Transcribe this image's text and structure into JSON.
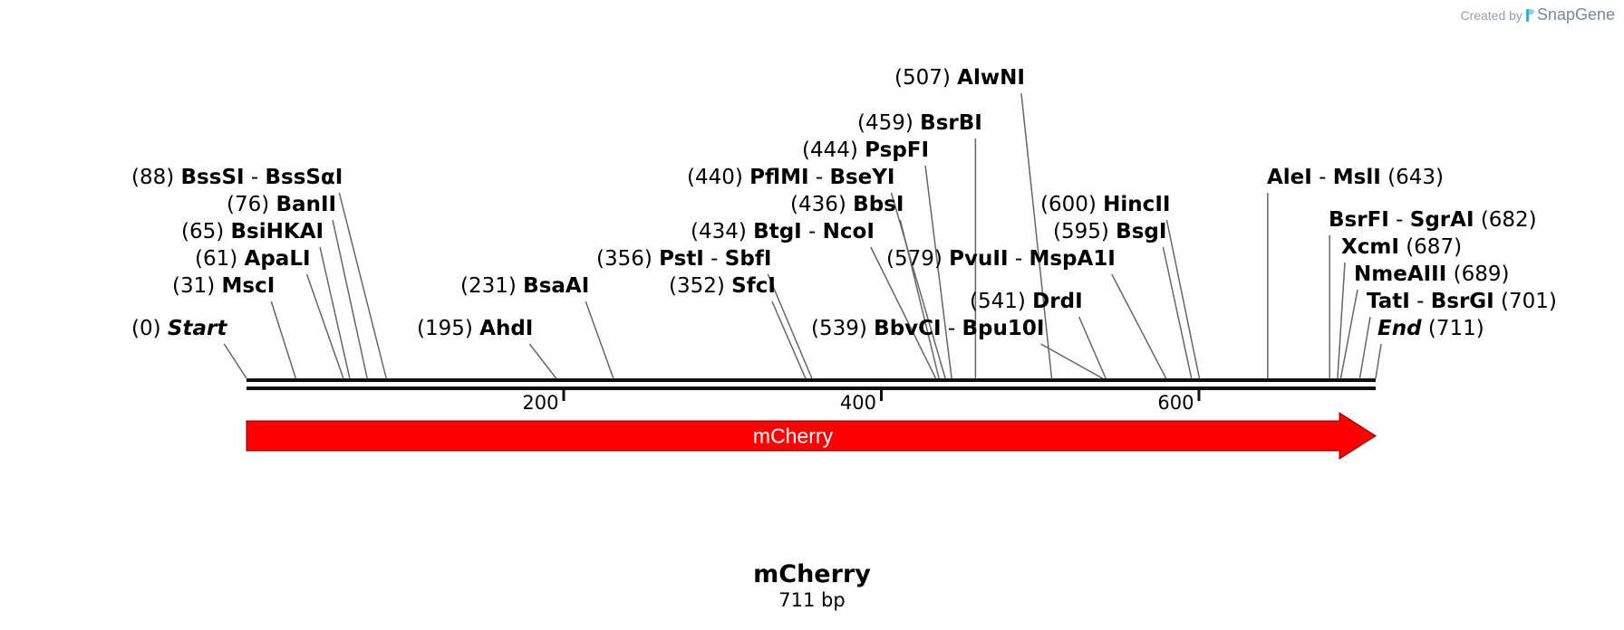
{
  "watermark": {
    "created_by": "Created by",
    "brand": "SnapGene"
  },
  "sequence": {
    "name": "mCherry",
    "length_label": "711 bp",
    "length": 711
  },
  "ticks": [
    {
      "pos": 200,
      "label": "200"
    },
    {
      "pos": 400,
      "label": "400"
    },
    {
      "pos": 600,
      "label": "600"
    }
  ],
  "feature": {
    "name": "mCherry",
    "start": 1,
    "end": 711,
    "color": "#ff0000",
    "text_color": "#ffffff"
  },
  "colors": {
    "backbone": "#111111",
    "site_line": "#666666",
    "text": "#000000"
  },
  "sites": [
    {
      "pos": "(0)",
      "names": [
        "Start"
      ],
      "end_marker": true,
      "left": true,
      "coord": 0,
      "tier": 0
    },
    {
      "pos": "(31)",
      "names": [
        "MscI"
      ],
      "left": true,
      "coord": 31,
      "tier": 1
    },
    {
      "pos": "(61)",
      "names": [
        "ApaLI"
      ],
      "left": true,
      "coord": 61,
      "tier": 2
    },
    {
      "pos": "(65)",
      "names": [
        "BsiHKAI"
      ],
      "left": true,
      "coord": 65,
      "tier": 3
    },
    {
      "pos": "(76)",
      "names": [
        "BanII"
      ],
      "left": true,
      "coord": 76,
      "tier": 4
    },
    {
      "pos": "(88)",
      "names": [
        "BssSI",
        "BssSαI"
      ],
      "left": true,
      "coord": 88,
      "tier": 5
    },
    {
      "pos": "(195)",
      "names": [
        "AhdI"
      ],
      "left": true,
      "coord": 195,
      "tier": 0
    },
    {
      "pos": "(231)",
      "names": [
        "BsaAI"
      ],
      "left": true,
      "coord": 231,
      "tier": 1
    },
    {
      "pos": "(352)",
      "names": [
        "SfcI"
      ],
      "left": true,
      "coord": 352,
      "tier": 1
    },
    {
      "pos": "(356)",
      "names": [
        "PstI",
        "SbfI"
      ],
      "left": true,
      "coord": 356,
      "tier": 2
    },
    {
      "pos": "(434)",
      "names": [
        "BtgI",
        "NcoI"
      ],
      "left": true,
      "coord": 434,
      "tier": 3
    },
    {
      "pos": "(436)",
      "names": [
        "BbsI"
      ],
      "left": true,
      "coord": 436,
      "tier": 4
    },
    {
      "pos": "(440)",
      "names": [
        "PflMI",
        "BseYI"
      ],
      "left": true,
      "coord": 440,
      "tier": 5
    },
    {
      "pos": "(444)",
      "names": [
        "PspFI"
      ],
      "left": true,
      "coord": 444,
      "tier": 6
    },
    {
      "pos": "(459)",
      "names": [
        "BsrBI"
      ],
      "left": true,
      "coord": 459,
      "tier": 7
    },
    {
      "pos": "(507)",
      "names": [
        "AlwNI"
      ],
      "left": true,
      "coord": 507,
      "tier": 8
    },
    {
      "pos": "(539)",
      "names": [
        "BbvCI",
        "Bpu10I"
      ],
      "left": true,
      "coord": 539,
      "tier": 0
    },
    {
      "pos": "(541)",
      "names": [
        "DrdI"
      ],
      "left": true,
      "coord": 541,
      "tier": 1
    },
    {
      "pos": "(579)",
      "names": [
        "PvuII",
        "MspA1I"
      ],
      "left": true,
      "coord": 579,
      "tier": 2
    },
    {
      "pos": "(595)",
      "names": [
        "BsgI"
      ],
      "left": true,
      "coord": 595,
      "tier": 3
    },
    {
      "pos": "(600)",
      "names": [
        "HincII"
      ],
      "left": true,
      "coord": 600,
      "tier": 4
    },
    {
      "pos": "(643)",
      "names": [
        "AleI",
        "MslI"
      ],
      "left": false,
      "coord": 643,
      "tier": 5
    },
    {
      "pos": "(682)",
      "names": [
        "BsrFI",
        "SgrAI"
      ],
      "left": false,
      "coord": 682,
      "tier": 3
    },
    {
      "pos": "(687)",
      "names": [
        "XcmI"
      ],
      "left": false,
      "coord": 687,
      "tier": 2
    },
    {
      "pos": "(689)",
      "names": [
        "NmeAIII"
      ],
      "left": false,
      "coord": 689,
      "tier": 1
    },
    {
      "pos": "(701)",
      "names": [
        "TatI",
        "BsrGI"
      ],
      "left": false,
      "coord": 701,
      "tier": 0
    },
    {
      "pos": "(711)",
      "names": [
        "End"
      ],
      "end_marker": true,
      "left": false,
      "coord": 711,
      "tier": -1
    }
  ]
}
